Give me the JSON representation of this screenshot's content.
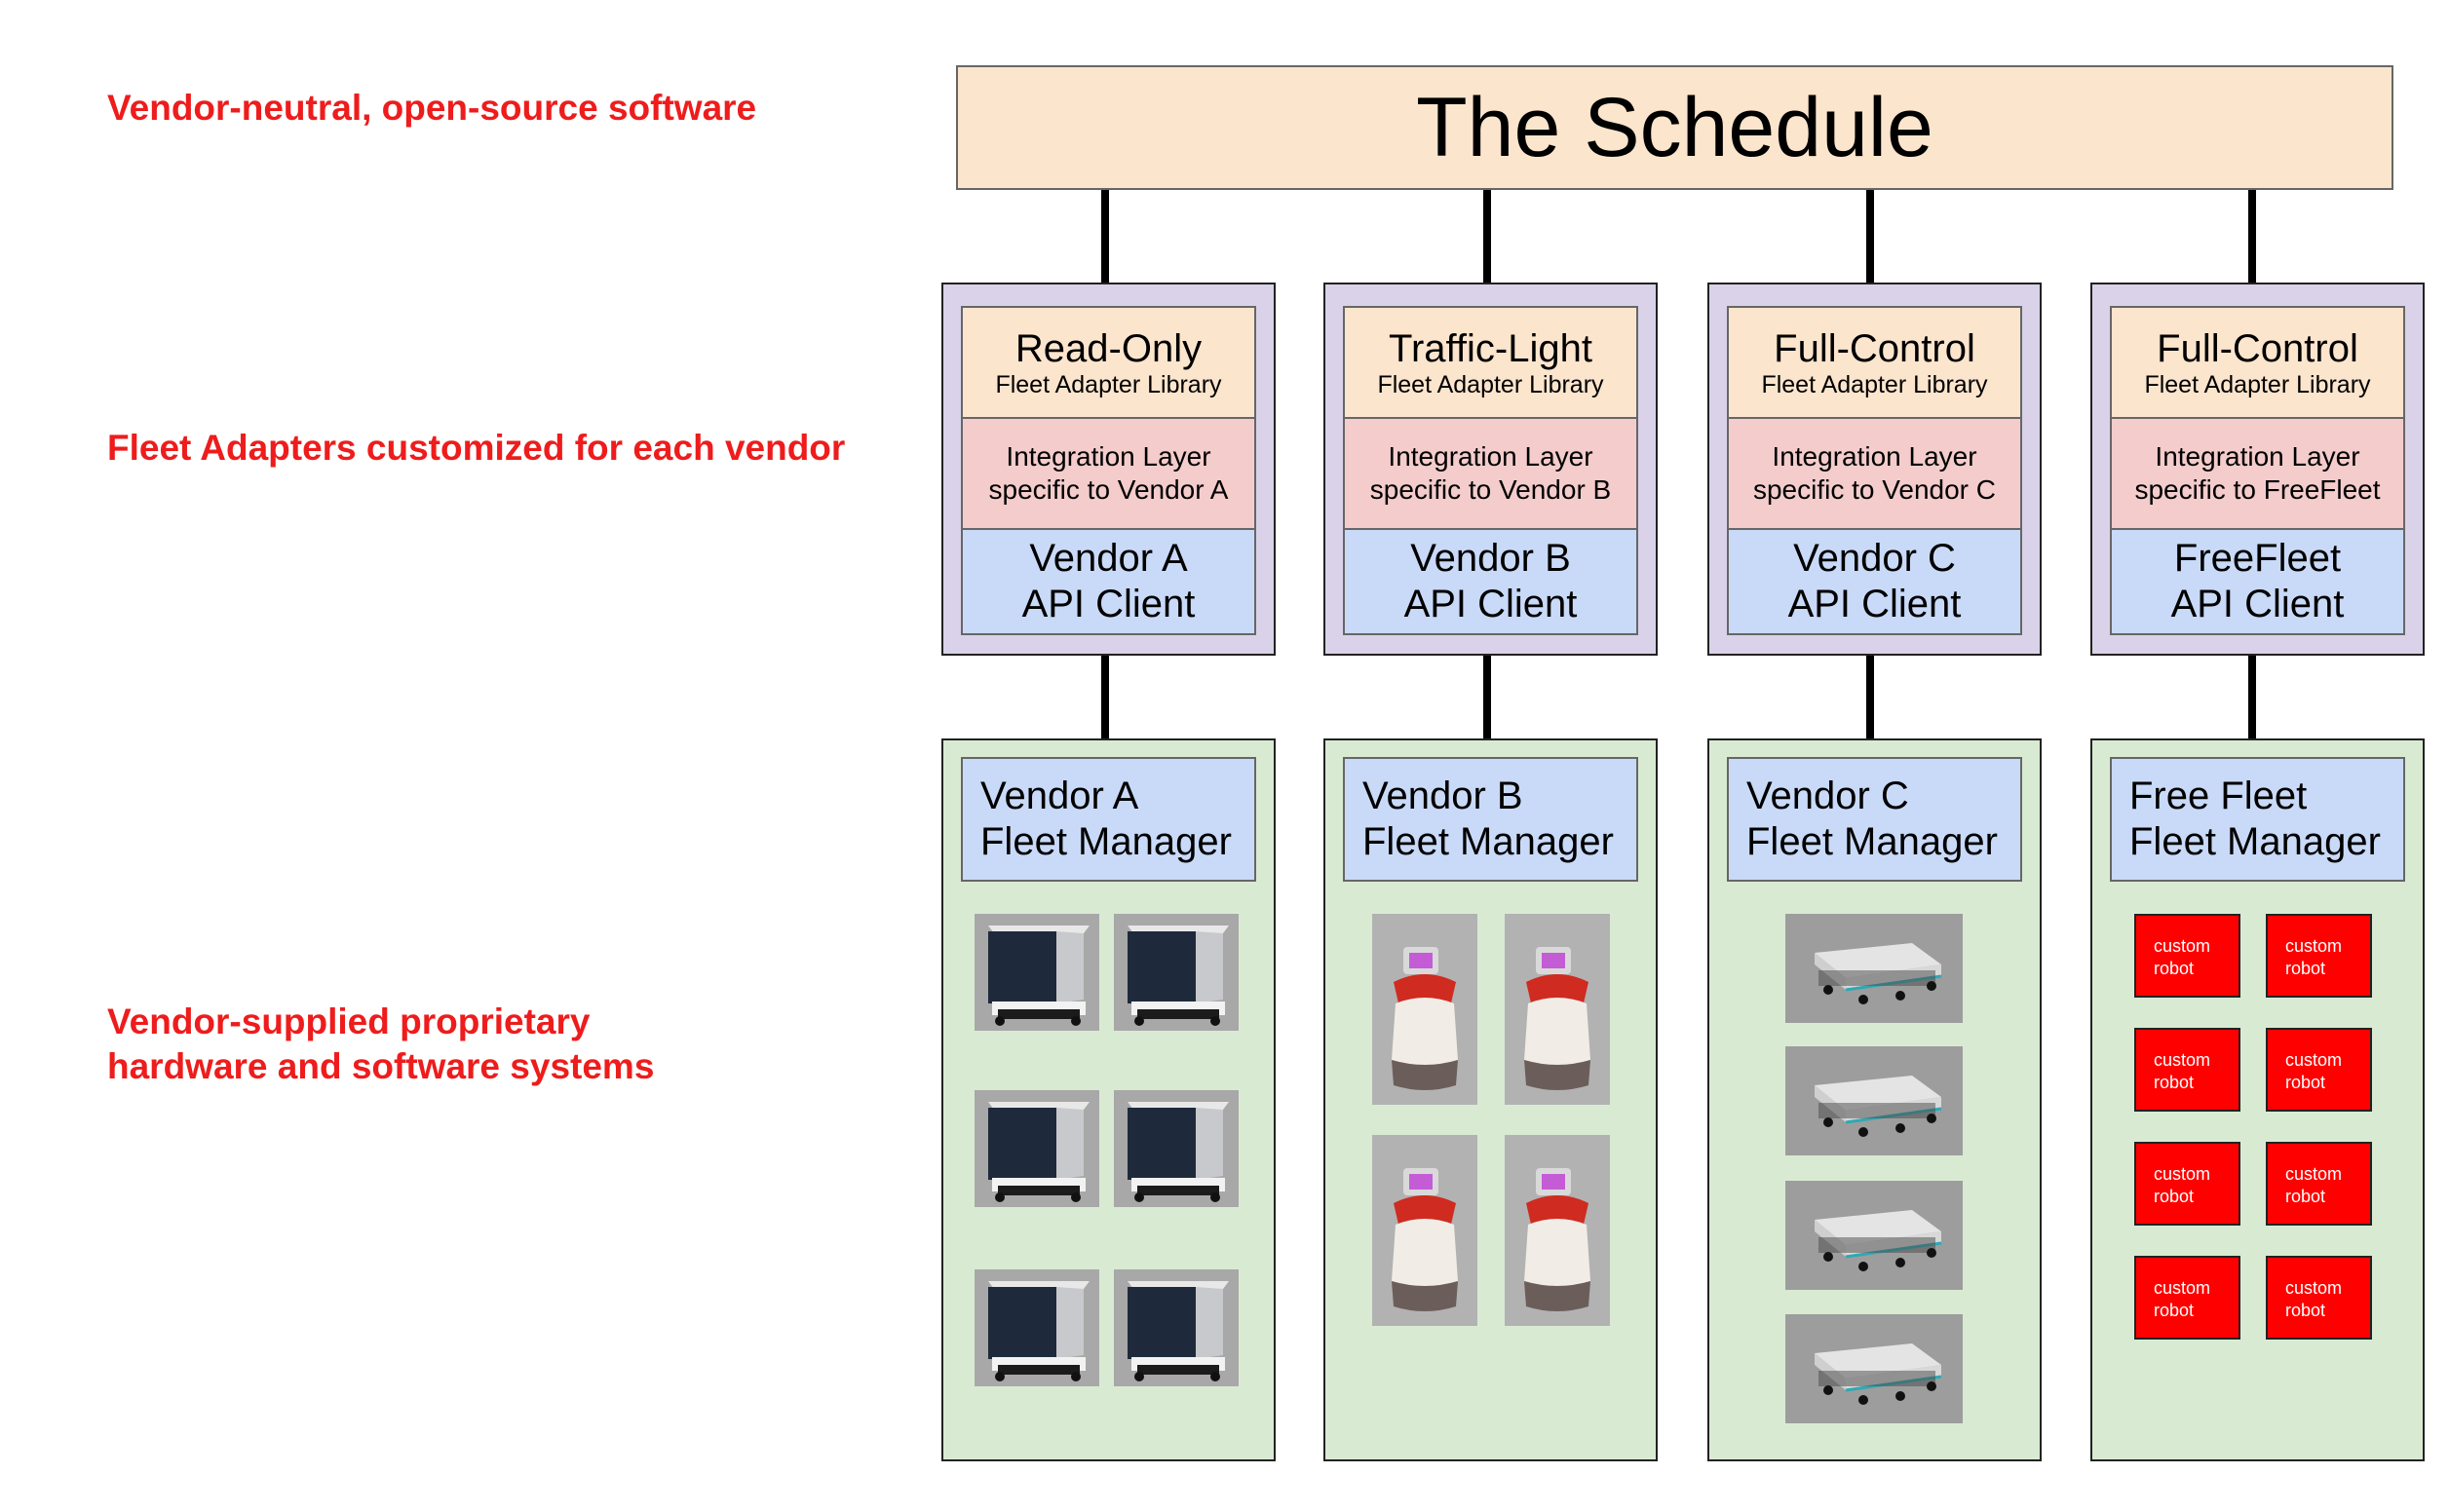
{
  "side_labels": {
    "top": "Vendor-neutral, open-source software",
    "middle": "Fleet Adapters customized for each vendor",
    "bottom": "Vendor-supplied proprietary\nhardware and software systems"
  },
  "schedule": {
    "title": "The Schedule"
  },
  "adapters": [
    {
      "mode": "Read-Only",
      "library": "Fleet Adapter Library",
      "integration_1": "Integration Layer",
      "integration_2": "specific to Vendor A",
      "api_1": "Vendor A",
      "api_2": "API Client"
    },
    {
      "mode": "Traffic-Light",
      "library": "Fleet Adapter Library",
      "integration_1": "Integration Layer",
      "integration_2": "specific to Vendor B",
      "api_1": "Vendor B",
      "api_2": "API Client"
    },
    {
      "mode": "Full-Control",
      "library": "Fleet Adapter Library",
      "integration_1": "Integration Layer",
      "integration_2": "specific to Vendor C",
      "api_1": "Vendor C",
      "api_2": "API Client"
    },
    {
      "mode": "Full-Control",
      "library": "Fleet Adapter Library",
      "integration_1": "Integration Layer",
      "integration_2": "specific to FreeFleet",
      "api_1": "FreeFleet",
      "api_2": "API Client"
    }
  ],
  "fleet_managers": [
    {
      "line1": "Vendor A",
      "line2": "Fleet Manager",
      "robot_type": "cart-robot-image",
      "robot_count": 6
    },
    {
      "line1": "Vendor B",
      "line2": "Fleet Manager",
      "robot_type": "service-robot-image",
      "robot_count": 4
    },
    {
      "line1": "Vendor C",
      "line2": "Fleet Manager",
      "robot_type": "mobile-platform-image",
      "robot_count": 4
    },
    {
      "line1": "Free Fleet",
      "line2": "Fleet Manager",
      "robot_type": "custom-robot-box",
      "robot_count": 8
    }
  ],
  "custom_robot_label_1": "custom",
  "custom_robot_label_2": "robot",
  "colors": {
    "side_label": "#ee1c1c",
    "schedule_fill": "#fce5cd",
    "adapter_container": "#d9d2e9",
    "integration_layer": "#f4cccc",
    "api_client": "#c9daf8",
    "vendor_container": "#d9ead3",
    "custom_robot": "#ff0000"
  }
}
